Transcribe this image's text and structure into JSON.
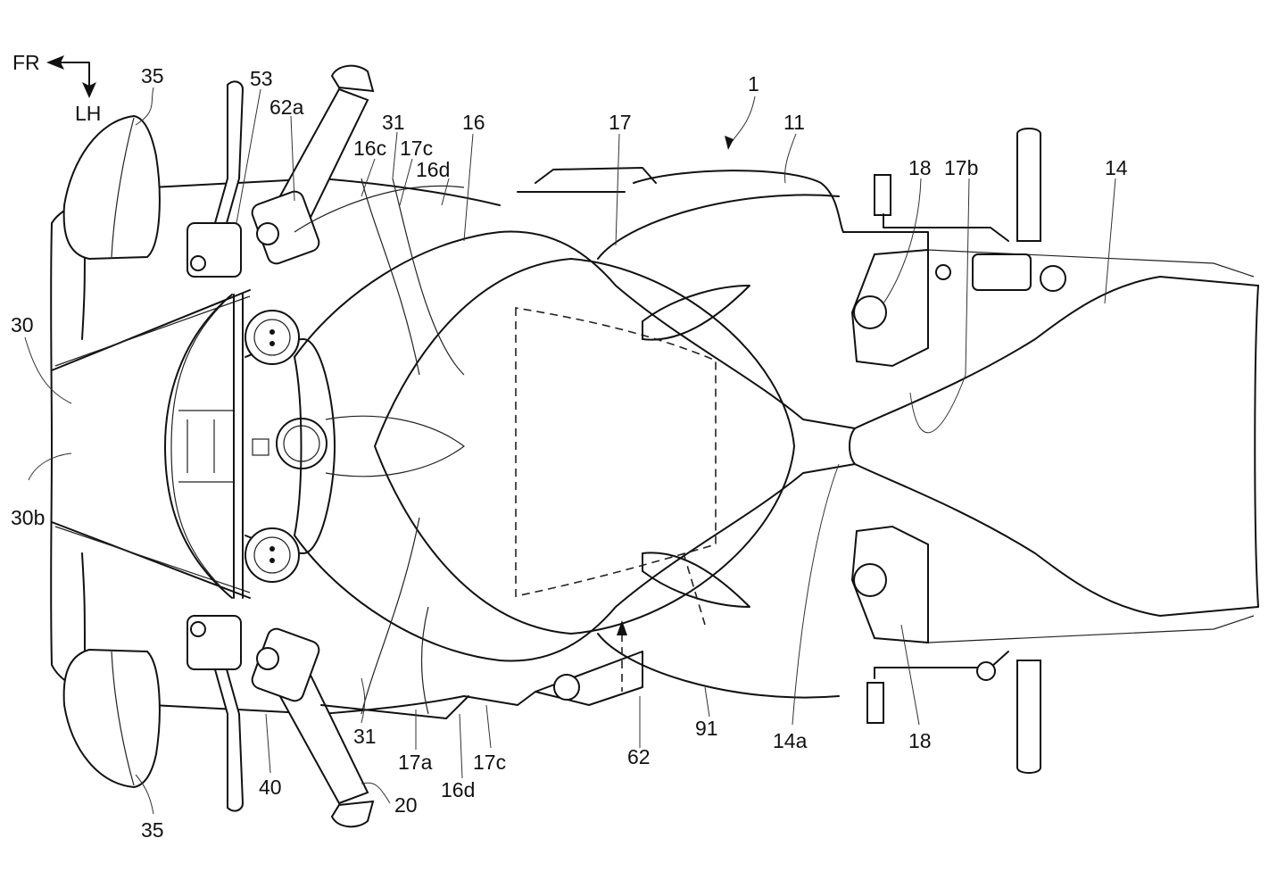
{
  "figure": {
    "subject": "Motorcycle top view (patent drawing)",
    "direction_indicator": {
      "forward": "FR",
      "left": "LH"
    },
    "reference_labels": [
      {
        "id": "lbl-35-top",
        "text": "35",
        "part": "mirror"
      },
      {
        "id": "lbl-53",
        "text": "53"
      },
      {
        "id": "lbl-62a",
        "text": "62a"
      },
      {
        "id": "lbl-31-top",
        "text": "31"
      },
      {
        "id": "lbl-16c",
        "text": "16c"
      },
      {
        "id": "lbl-17c-top",
        "text": "17c"
      },
      {
        "id": "lbl-16",
        "text": "16"
      },
      {
        "id": "lbl-16d-top",
        "text": "16d"
      },
      {
        "id": "lbl-17",
        "text": "17"
      },
      {
        "id": "lbl-1",
        "text": "1"
      },
      {
        "id": "lbl-11",
        "text": "11"
      },
      {
        "id": "lbl-18-top",
        "text": "18"
      },
      {
        "id": "lbl-17b",
        "text": "17b"
      },
      {
        "id": "lbl-14",
        "text": "14"
      },
      {
        "id": "lbl-30",
        "text": "30"
      },
      {
        "id": "lbl-30b",
        "text": "30b"
      },
      {
        "id": "lbl-31-bottom",
        "text": "31"
      },
      {
        "id": "lbl-17a",
        "text": "17a"
      },
      {
        "id": "lbl-16d-bottom",
        "text": "16d"
      },
      {
        "id": "lbl-17c-bottom",
        "text": "17c"
      },
      {
        "id": "lbl-62",
        "text": "62"
      },
      {
        "id": "lbl-91",
        "text": "91"
      },
      {
        "id": "lbl-14a",
        "text": "14a"
      },
      {
        "id": "lbl-18-bottom",
        "text": "18"
      },
      {
        "id": "lbl-40",
        "text": "40"
      },
      {
        "id": "lbl-20",
        "text": "20"
      },
      {
        "id": "lbl-35-bottom",
        "text": "35"
      }
    ],
    "colors": {
      "line": "#111111",
      "background": "#ffffff"
    }
  }
}
